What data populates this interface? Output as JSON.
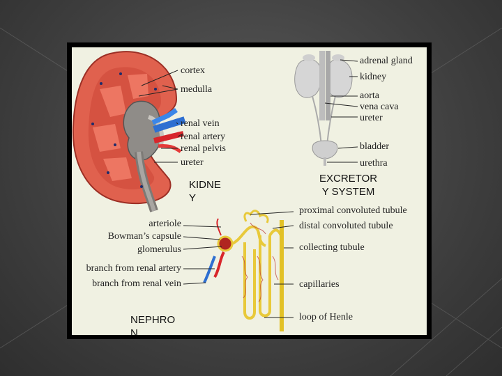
{
  "kidney_labels": {
    "cortex": "cortex",
    "medulla": "medulla",
    "renal_vein": "renal vein",
    "renal_artery": "renal artery",
    "renal_pelvis": "renal pelvis",
    "ureter": "ureter"
  },
  "system_labels": {
    "adrenal_gland": "adrenal gland",
    "kidney": "kidney",
    "aorta": "aorta",
    "vena_cava": "vena cava",
    "ureter": "ureter",
    "bladder": "bladder",
    "urethra": "urethra"
  },
  "nephron_labels": {
    "arteriole": "arteriole",
    "bowmans_capsule": "Bowman’s capsule",
    "glomerulus": "glomerulus",
    "branch_from_renal_artery": "branch from renal artery",
    "branch_from_renal_vein": "branch from renal vein",
    "proximal_convoluted_tubule": "proximal convoluted tubule",
    "distal_convoluted_tubule": "distal convoluted tubule",
    "collecting_tubule": "collecting tubule",
    "capillaries": "capillaries",
    "loop_of_henle": "loop of Henle"
  },
  "captions": {
    "kidney": "KIDNE\nY",
    "excretory_system": "EXCRETOR\nY SYSTEM",
    "nephron": "NEPHRO\nN"
  },
  "colors": {
    "kidney_tissue": "#e0614e",
    "renal_vein": "#2e6fd1",
    "renal_artery": "#d8262b",
    "tubule": "#e8c93a",
    "panel_background": "#f0f1e2"
  }
}
